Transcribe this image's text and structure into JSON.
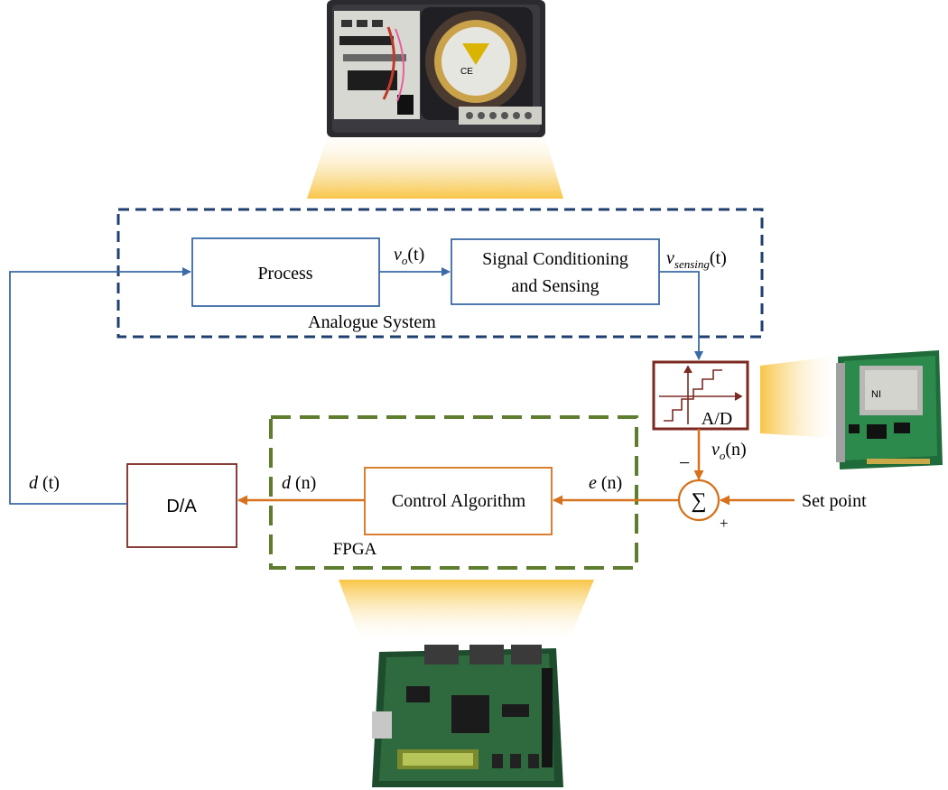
{
  "blocks": {
    "process": "Process",
    "signal_conditioning_line1": "Signal Conditioning",
    "signal_conditioning_line2": "and Sensing",
    "analogue_system": "Analogue System",
    "adc": "A/D",
    "control_algorithm": "Control Algorithm",
    "fpga": "FPGA",
    "dac": "D/A",
    "summer_symbol": "∑",
    "set_point": "Set point"
  },
  "signals": {
    "vo_t": "v",
    "vo_t_sub": "o",
    "vo_t_arg": "(t)",
    "vsensing": "v",
    "vsensing_sub": "sensing",
    "vsensing_arg": "(t)",
    "vo_n": "v",
    "vo_n_sub": "o",
    "vo_n_arg": "(n)",
    "e_n": "e",
    "e_n_arg": " (n)",
    "d_n": "d",
    "d_n_arg": " (n)",
    "d_t": "d",
    "d_t_arg": " (t)",
    "minus": "−",
    "plus": "+"
  },
  "photos": {
    "top": "fan-module-photo",
    "right": "daq-card-photo",
    "bottom": "fpga-board-photo"
  },
  "colors": {
    "analog_blue": "#3a6aa8",
    "dashed_navy": "#1f3f6e",
    "dashed_green": "#5e7d2e",
    "digital_orange": "#d6711c",
    "adc_brown": "#7b2a22",
    "glow": "#f7c23c"
  }
}
